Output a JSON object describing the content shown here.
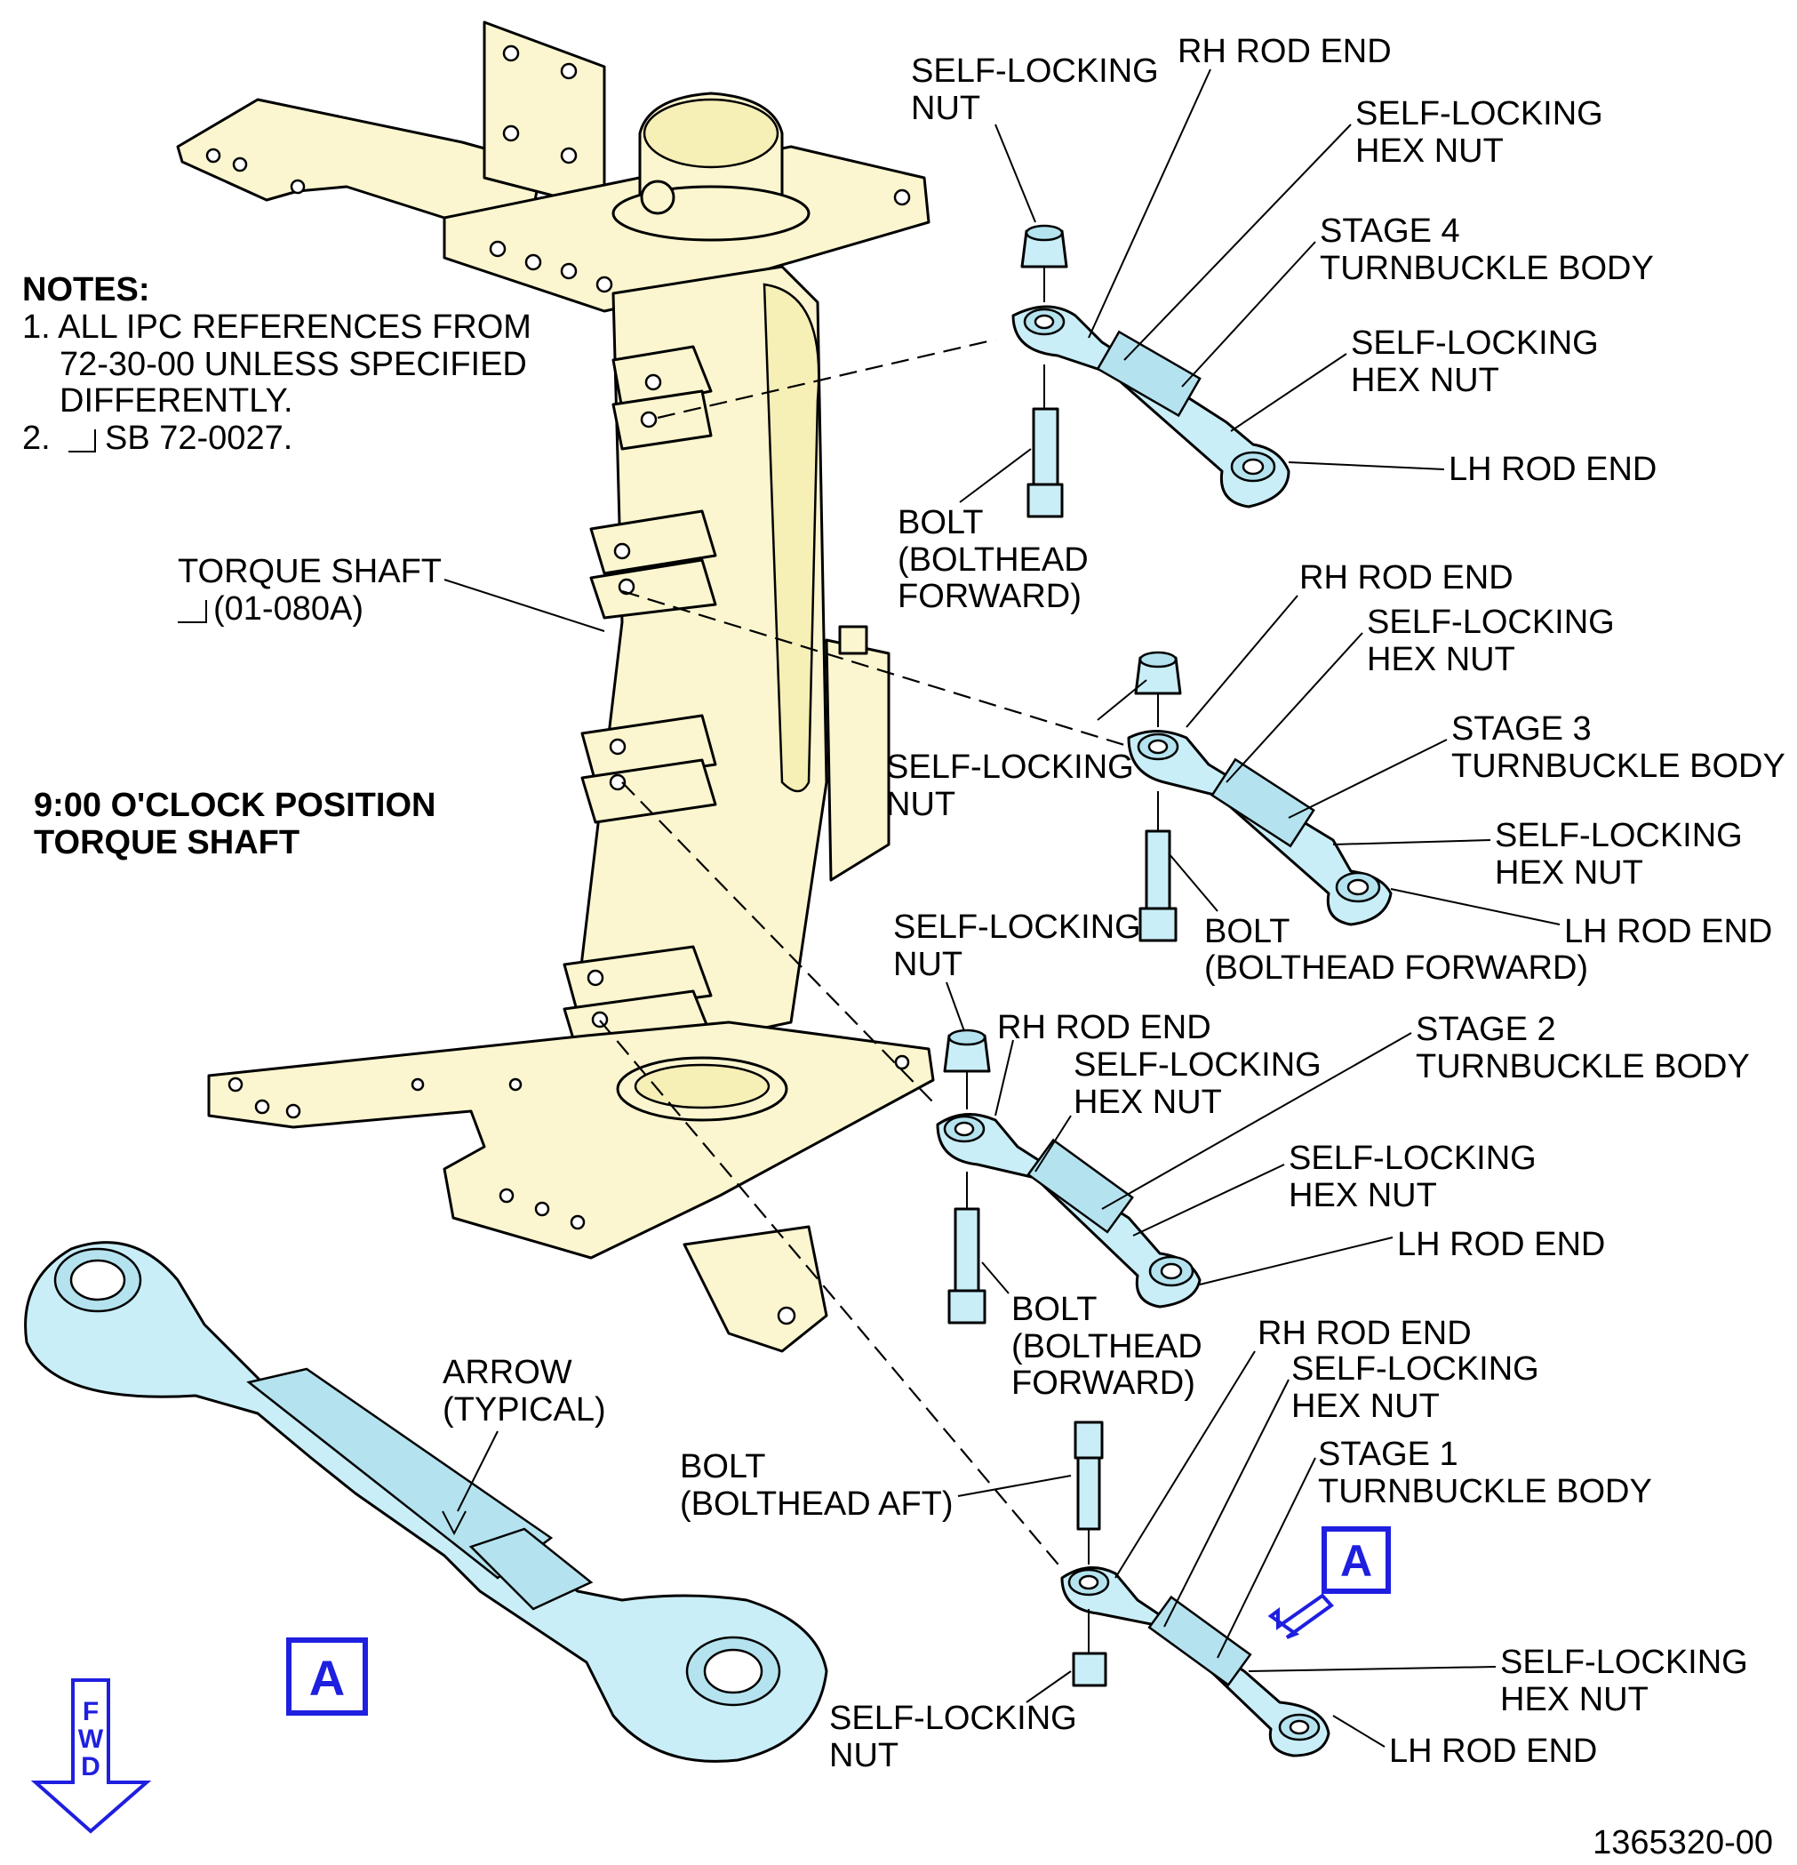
{
  "notes": {
    "heading": "NOTES:",
    "note1_line1": "1. ALL IPC REFERENCES FROM",
    "note1_line2": "72-30-00 UNLESS SPECIFIED",
    "note1_line3": "DIFFERENTLY.",
    "note2_prefix": "2.",
    "note2_text": "SB 72-0027."
  },
  "position_title": {
    "line1": "9:00 O'CLOCK POSITION",
    "line2": "TORQUE SHAFT"
  },
  "torque_shaft": {
    "line1": "TORQUE SHAFT",
    "line2": "(01-080A)"
  },
  "stage4": {
    "nut_line1": "SELF-LOCKING",
    "nut_line2": "NUT",
    "rh_rod_end": "RH ROD END",
    "hexnut_a_line1": "SELF-LOCKING",
    "hexnut_a_line2": "HEX NUT",
    "body_line1": "STAGE 4",
    "body_line2": "TURNBUCKLE BODY",
    "hexnut_b_line1": "SELF-LOCKING",
    "hexnut_b_line2": "HEX NUT",
    "lh_rod_end": "LH ROD END",
    "bolt_line1": "BOLT",
    "bolt_line2": "(BOLTHEAD",
    "bolt_line3": "FORWARD)"
  },
  "stage3": {
    "rh_rod_end": "RH ROD END",
    "hexnut_a_line1": "SELF-LOCKING",
    "hexnut_a_line2": "HEX NUT",
    "body_line1": "STAGE 3",
    "body_line2": "TURNBUCKLE BODY",
    "nut_line1": "SELF-LOCKING",
    "nut_line2": "NUT",
    "hexnut_b_line1": "SELF-LOCKING",
    "hexnut_b_line2": "HEX NUT",
    "lh_rod_end": "LH ROD END",
    "bolt_line1": "BOLT",
    "bolt_line2": "(BOLTHEAD FORWARD)"
  },
  "stage2": {
    "nut_line1": "SELF-LOCKING",
    "nut_line2": "NUT",
    "rh_rod_end": "RH ROD END",
    "hexnut_a_line1": "SELF-LOCKING",
    "hexnut_a_line2": "HEX NUT",
    "body_line1": "STAGE 2",
    "body_line2": "TURNBUCKLE BODY",
    "hexnut_b_line1": "SELF-LOCKING",
    "hexnut_b_line2": "HEX NUT",
    "lh_rod_end": "LH ROD END",
    "bolt_line1": "BOLT",
    "bolt_line2": "(BOLTHEAD",
    "bolt_line3": "FORWARD)"
  },
  "stage1": {
    "rh_rod_end": "RH ROD END",
    "hexnut_a_line1": "SELF-LOCKING",
    "hexnut_a_line2": "HEX NUT",
    "body_line1": "STAGE 1",
    "body_line2": "TURNBUCKLE BODY",
    "bolt_line1": "BOLT",
    "bolt_line2": "(BOLTHEAD AFT)",
    "hexnut_b_line1": "SELF-LOCKING",
    "hexnut_b_line2": "HEX NUT",
    "nut_line1": "SELF-LOCKING",
    "nut_line2": "NUT",
    "lh_rod_end": "LH ROD END"
  },
  "detail": {
    "arrow_line1": "ARROW",
    "arrow_line2": "(TYPICAL)",
    "view_label": "A",
    "view_marker": "A"
  },
  "fwd": {
    "f": "F",
    "w": "W",
    "d": "D"
  },
  "figure_id": "1365320-00",
  "colors": {
    "structure": "#fbf6cf",
    "rod_assembly": "#c9eef7",
    "view_callout": "#1f1fe0"
  }
}
